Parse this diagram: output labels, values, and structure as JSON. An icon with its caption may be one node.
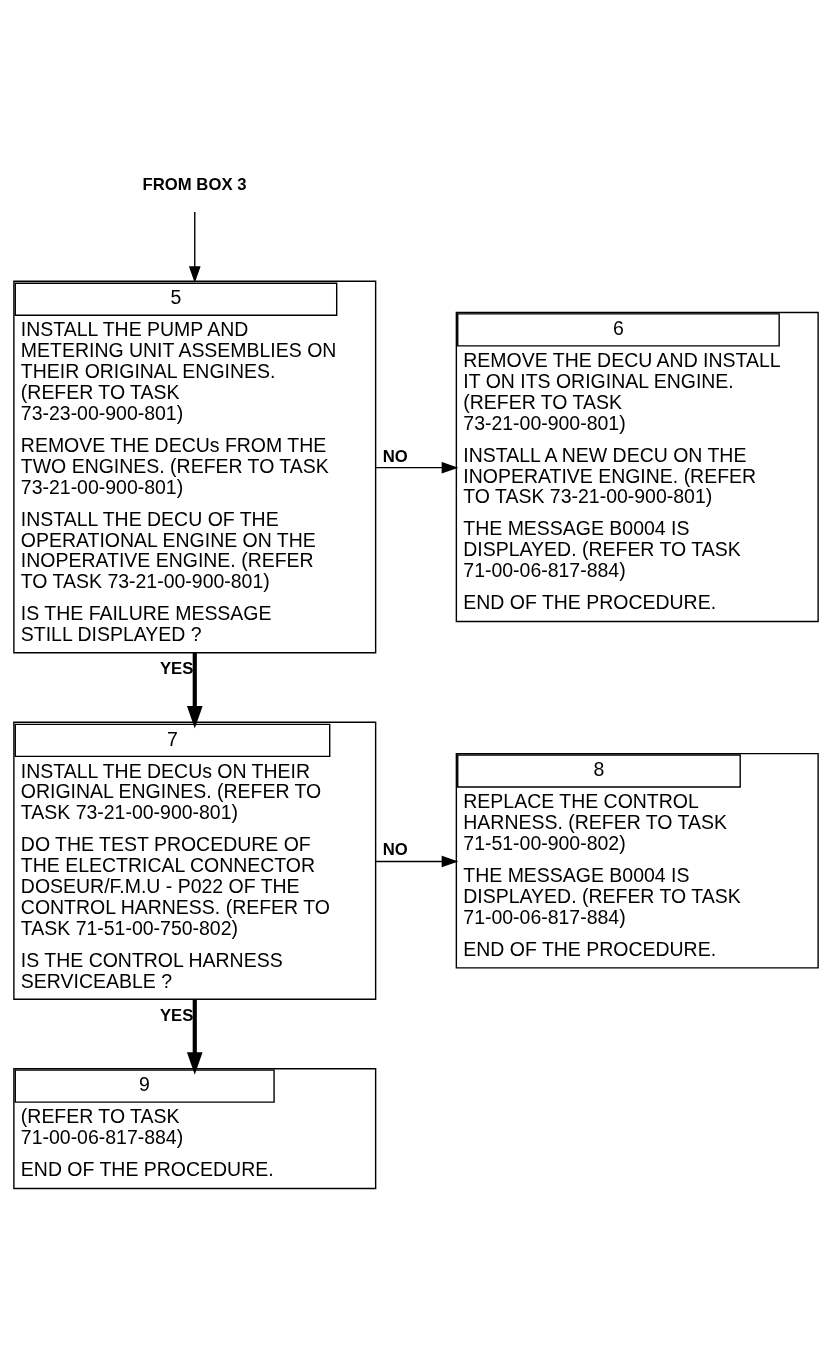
{
  "diagram": {
    "nodes": [
      {
        "text": [
          "FROM BOX 3"
        ]
      },
      {
        "text": [
          "5",
          "INSTALL THE PUMP AND METERING UNIT ASSEMBLIES ON THEIR ORIGINAL ENGINES. (REFER TO TASK 73-23-00-900-801)",
          "REMOVE THE DECUs FROM THE TWO ENGINES. (REFER TO TASK 73-21-00-900-801)",
          "INSTALL THE DECU OF THE OPERATIONAL ENGINE ON THE INOPERATIVE ENGINE. (REFER TO TASK 73-21-00-900-801)",
          "IS THE FAILURE MESSAGE STILL DISPLAYED ?"
        ]
      },
      {
        "text": [
          "6",
          "REMOVE THE DECU AND INSTALL IT ON ITS ORIGINAL ENGINE. (REFER TO TASK 73-21-00-900-801)",
          "INSTALL A NEW DECU ON THE INOPERATIVE ENGINE. (REFER TO TASK 73-21-00-900-801)",
          "THE MESSAGE B0004 IS DISPLAYED. (REFER TO TASK 71-00-06-817-884)",
          "END OF THE PROCEDURE."
        ]
      },
      {
        "text": [
          "7",
          "INSTALL THE DECUs ON THEIR ORIGINAL ENGINES. (REFER TO TASK 73-21-00-900-801)",
          "DO THE TEST PROCEDURE OF THE ELECTRICAL CONNECTOR DOSEUR/F.M.U - P022 OF THE CONTROL HARNESS. (REFER TO TASK 71-51-00-750-802)",
          "IS THE CONTROL HARNESS SERVICEABLE ?"
        ]
      },
      {
        "text": [
          "8",
          "REPLACE THE CONTROL HARNESS. (REFER TO TASK 71-51-00-900-802)",
          "THE MESSAGE B0004 IS DISPLAYED. (REFER TO TASK 71-00-06-817-884)",
          "END OF THE PROCEDURE."
        ]
      },
      {
        "text": [
          "9",
          "(REFER TO TASK 71-00-06-817-884)",
          "END OF THE PROCEDURE."
        ]
      }
    ],
    "edges": [
      {
        "from": 0,
        "to": 1,
        "arrow": "to"
      },
      {
        "from": 1,
        "to": 2,
        "arrow": "to",
        "label": "NO"
      },
      {
        "from": 1,
        "to": 3,
        "arrow": "to",
        "label": "YES",
        "style": "thick"
      },
      {
        "from": 3,
        "to": 4,
        "arrow": "to",
        "label": "NO"
      },
      {
        "from": 3,
        "to": 5,
        "arrow": "to",
        "label": "YES",
        "style": "thick"
      }
    ]
  }
}
